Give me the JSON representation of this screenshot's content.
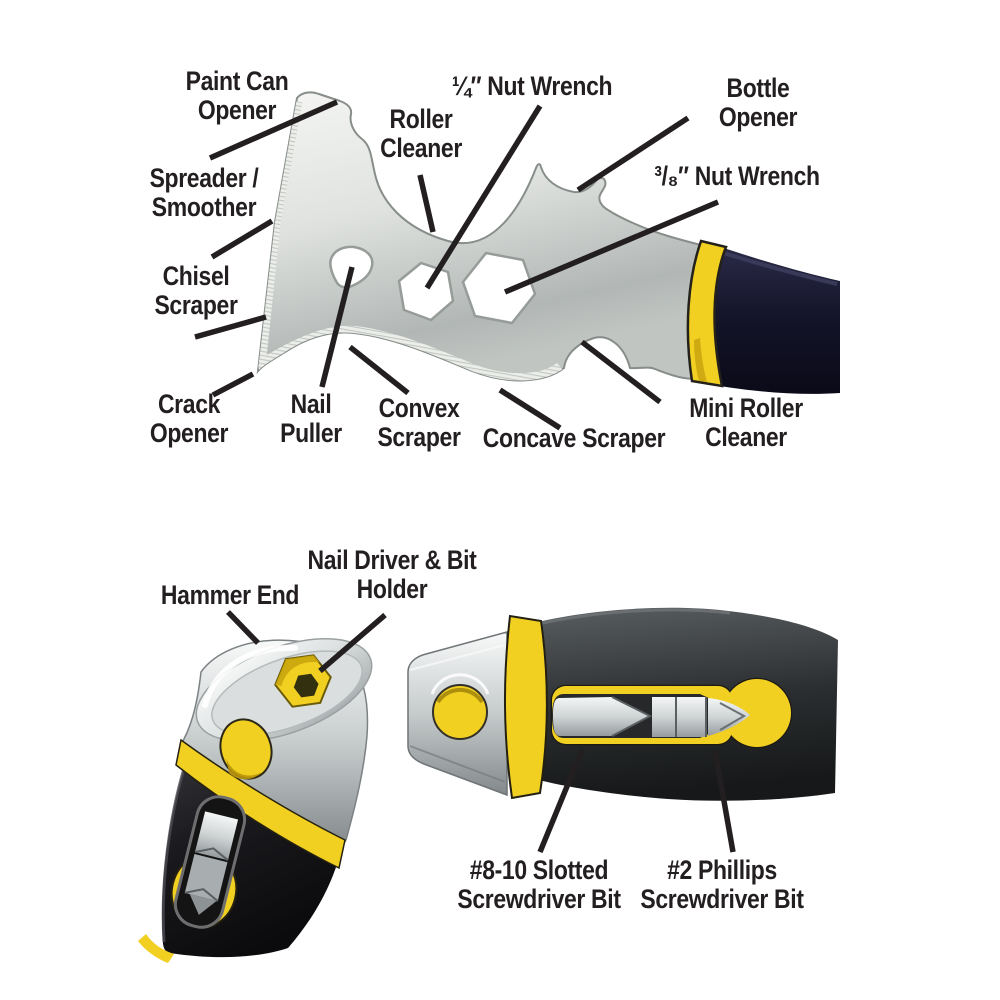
{
  "diagram": {
    "subject": "painter multi-tool feature callout diagram",
    "labels": {
      "paint_can_opener": {
        "line1": "Paint Can",
        "line2": "Opener"
      },
      "roller_cleaner": {
        "line1": "Roller",
        "line2": "Cleaner"
      },
      "quarter_nut_wrench": {
        "line1": "¼″ Nut Wrench"
      },
      "bottle_opener": {
        "line1": "Bottle",
        "line2": "Opener"
      },
      "three_eighths_nut_wrench": {
        "line1": "³/₈″ Nut Wrench"
      },
      "spreader_smoother": {
        "line1": "Spreader /",
        "line2": "Smoother"
      },
      "chisel_scraper": {
        "line1": "Chisel",
        "line2": "Scraper"
      },
      "crack_opener": {
        "line1": "Crack",
        "line2": "Opener"
      },
      "nail_puller": {
        "line1": "Nail",
        "line2": "Puller"
      },
      "convex_scraper": {
        "line1": "Convex",
        "line2": "Scraper"
      },
      "concave_scraper": {
        "line1": "Concave Scraper"
      },
      "mini_roller_cleaner": {
        "line1": "Mini Roller",
        "line2": "Cleaner"
      },
      "hammer_end": {
        "line1": "Hammer End"
      },
      "nail_driver_bit_holder": {
        "line1": "Nail Driver & Bit",
        "line2": "Holder"
      },
      "slotted_bit": {
        "line1": "#8-10 Slotted",
        "line2": "Screwdriver Bit"
      },
      "phillips_bit": {
        "line1": "#2 Phillips",
        "line2": "Screwdriver Bit"
      }
    },
    "colors": {
      "background": "#ffffff",
      "text": "#231f20",
      "leader_line": "#231f20",
      "accent_yellow": "#f2d021",
      "yellow_shadow": "#c9a50e",
      "handle_navy": "#16162c",
      "body_gray": "#34383a",
      "metal_light": "#f2f3f1",
      "metal_dark": "#b2b7b5"
    }
  }
}
